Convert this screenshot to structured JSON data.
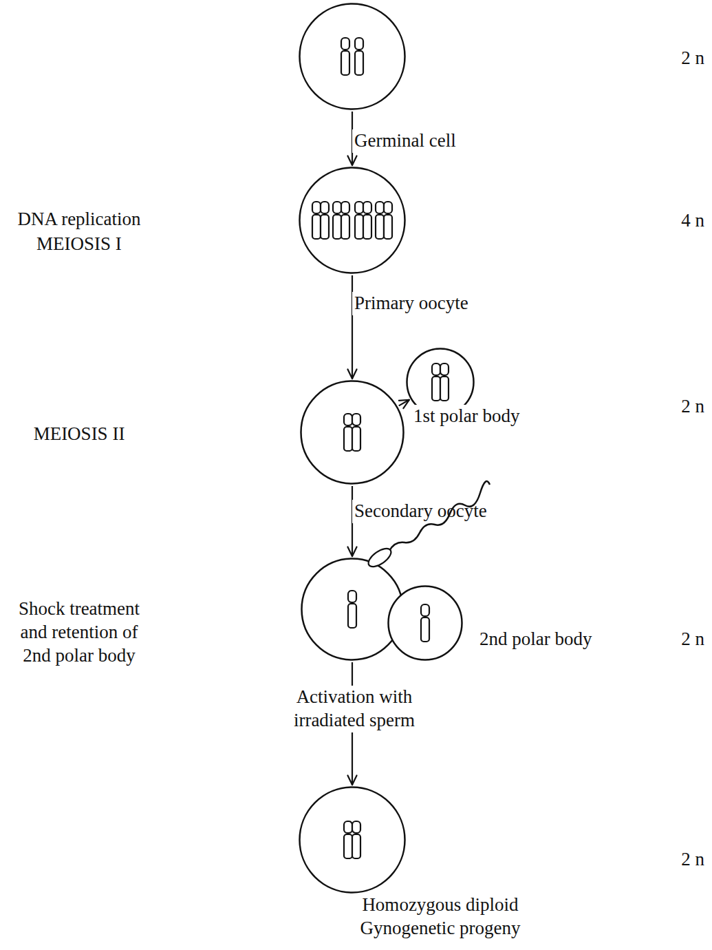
{
  "diagram": {
    "nodes": [
      {
        "text": [
          "Germinal cell"
        ]
      },
      {
        "text": [
          "Primary oocyte"
        ]
      },
      {
        "text": [
          "Secondary oocyte"
        ]
      },
      {
        "text": [
          "1st polar body"
        ]
      },
      {
        "text": []
      },
      {
        "text": [
          "2nd polar body"
        ]
      },
      {
        "text": [
          "Homozygous diploid Gynogenetic progeny"
        ]
      }
    ],
    "edges": [
      {
        "from": 0,
        "to": 1,
        "arrow": "to"
      },
      {
        "from": 1,
        "to": 2,
        "arrow": "to"
      },
      {
        "from": 2,
        "to": 3,
        "arrow": "to"
      },
      {
        "from": 2,
        "to": 4,
        "arrow": "to"
      },
      {
        "from": 4,
        "to": 6,
        "arrow": "to",
        "label": "Activation with irradiated sperm"
      }
    ],
    "labels": [
      "DNA replication",
      "MEIOSIS I",
      "MEIOSIS II",
      "Shock treatment and retention of 2nd polar body",
      "2 n",
      "4 n",
      "2 n",
      "2 n",
      "2 n"
    ]
  }
}
